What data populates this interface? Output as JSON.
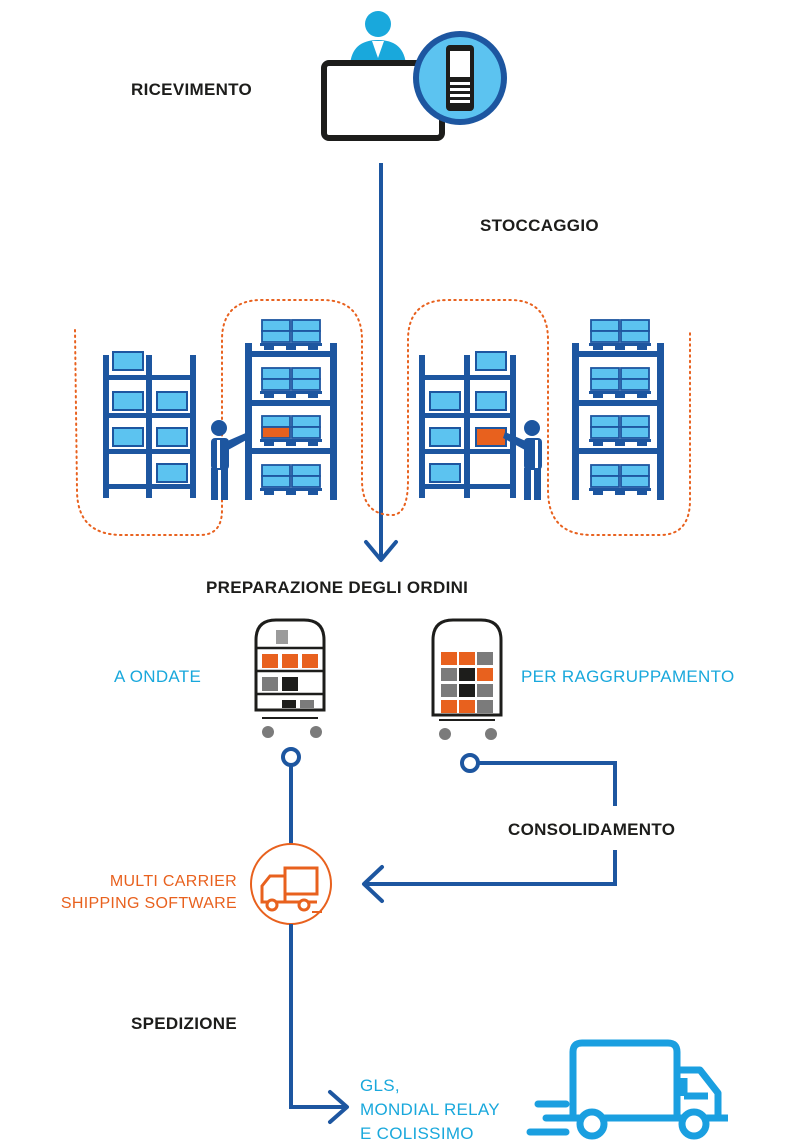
{
  "colors": {
    "navy": "#1d56a0",
    "light_blue": "#5cc3f0",
    "cyan_text": "#19a8dc",
    "orange": "#e8611e",
    "dark": "#1d1d1b",
    "grey": "#7b7b7b"
  },
  "labels": {
    "receiving": "RICEVIMENTO",
    "storage": "STOCCAGGIO",
    "order_prep": "PREPARAZIONE DEGLI ORDINI",
    "wave": "A ONDATE",
    "batch": "PER RAGGRUPPAMENTO",
    "consolidation": "CONSOLIDAMENTO",
    "software_line1": "MULTI CARRIER",
    "software_line2": "SHIPPING SOFTWARE",
    "shipping": "SPEDIZIONE",
    "carriers_line1": "GLS,",
    "carriers_line2": "MONDIAL RELAY",
    "carriers_line3": "E COLISSIMO"
  },
  "icons": [
    "user-icon",
    "handheld-scanner-icon",
    "shelving-rack-icon",
    "pallet-rack-icon",
    "warehouse-worker-icon",
    "picking-cart-icon",
    "delivery-truck-icon",
    "arrow-head-icon"
  ]
}
